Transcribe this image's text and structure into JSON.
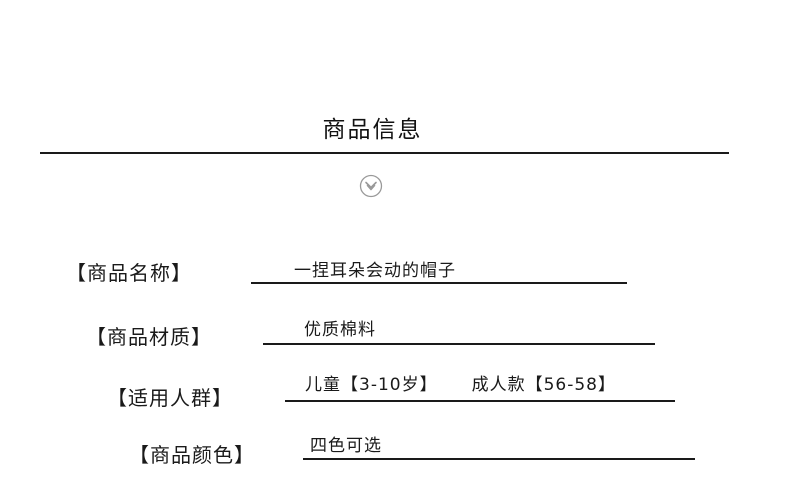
{
  "section": {
    "title": "商品信息",
    "toggle_icon": "chevron-down-circle-icon"
  },
  "rows": [
    {
      "label": "【商品名称】",
      "value": "一捏耳朵会动的帽子"
    },
    {
      "label": "【商品材质】",
      "value": "优质棉料"
    },
    {
      "label": "【适用人群】",
      "value_parts": [
        "儿童【3-10岁】",
        "成人款【56-58】"
      ]
    },
    {
      "label": "【商品颜色】",
      "value": "四色可选"
    }
  ],
  "colors": {
    "text": "#1a1a1a",
    "rule": "#1a1a1a",
    "icon": "#999999",
    "background": "#ffffff"
  }
}
